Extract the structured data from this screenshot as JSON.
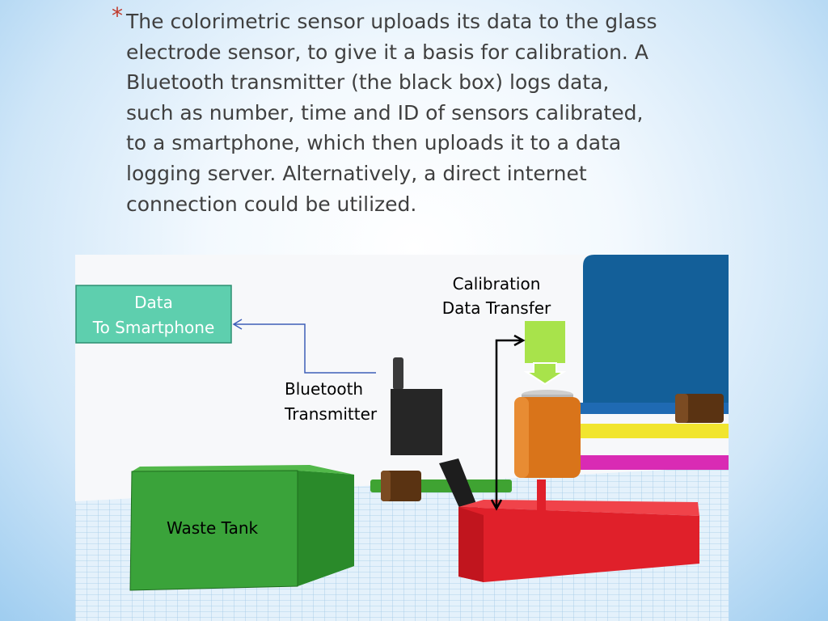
{
  "slide": {
    "bullet_symbol": "*",
    "bullet_text": "The colorimetric sensor uploads its data to the glass electrode sensor, to give it a basis for calibration. A Bluetooth transmitter (the black box) logs data, such as number, time and ID of sensors calibrated, to a smartphone, which then uploads it to a data logging server. Alternatively, a direct internet connection could be utilized."
  },
  "diagram": {
    "data_box_line1": "Data",
    "data_box_line2": "To Smartphone",
    "calibration_line1": "Calibration",
    "calibration_line2": "Data Transfer",
    "bluetooth_line1": "Bluetooth",
    "bluetooth_line2": "Transmitter",
    "waste_tank": "Waste Tank"
  },
  "colors": {
    "bullet": "#c0392b",
    "data_box": "#5ecfae",
    "waste_tank": "#3aa33a",
    "base_block": "#e0202a",
    "sensor_tube": "#d9741a",
    "green_arrow": "#a8e34b",
    "blue_tank": "#135f99",
    "transmitter": "#262626"
  }
}
